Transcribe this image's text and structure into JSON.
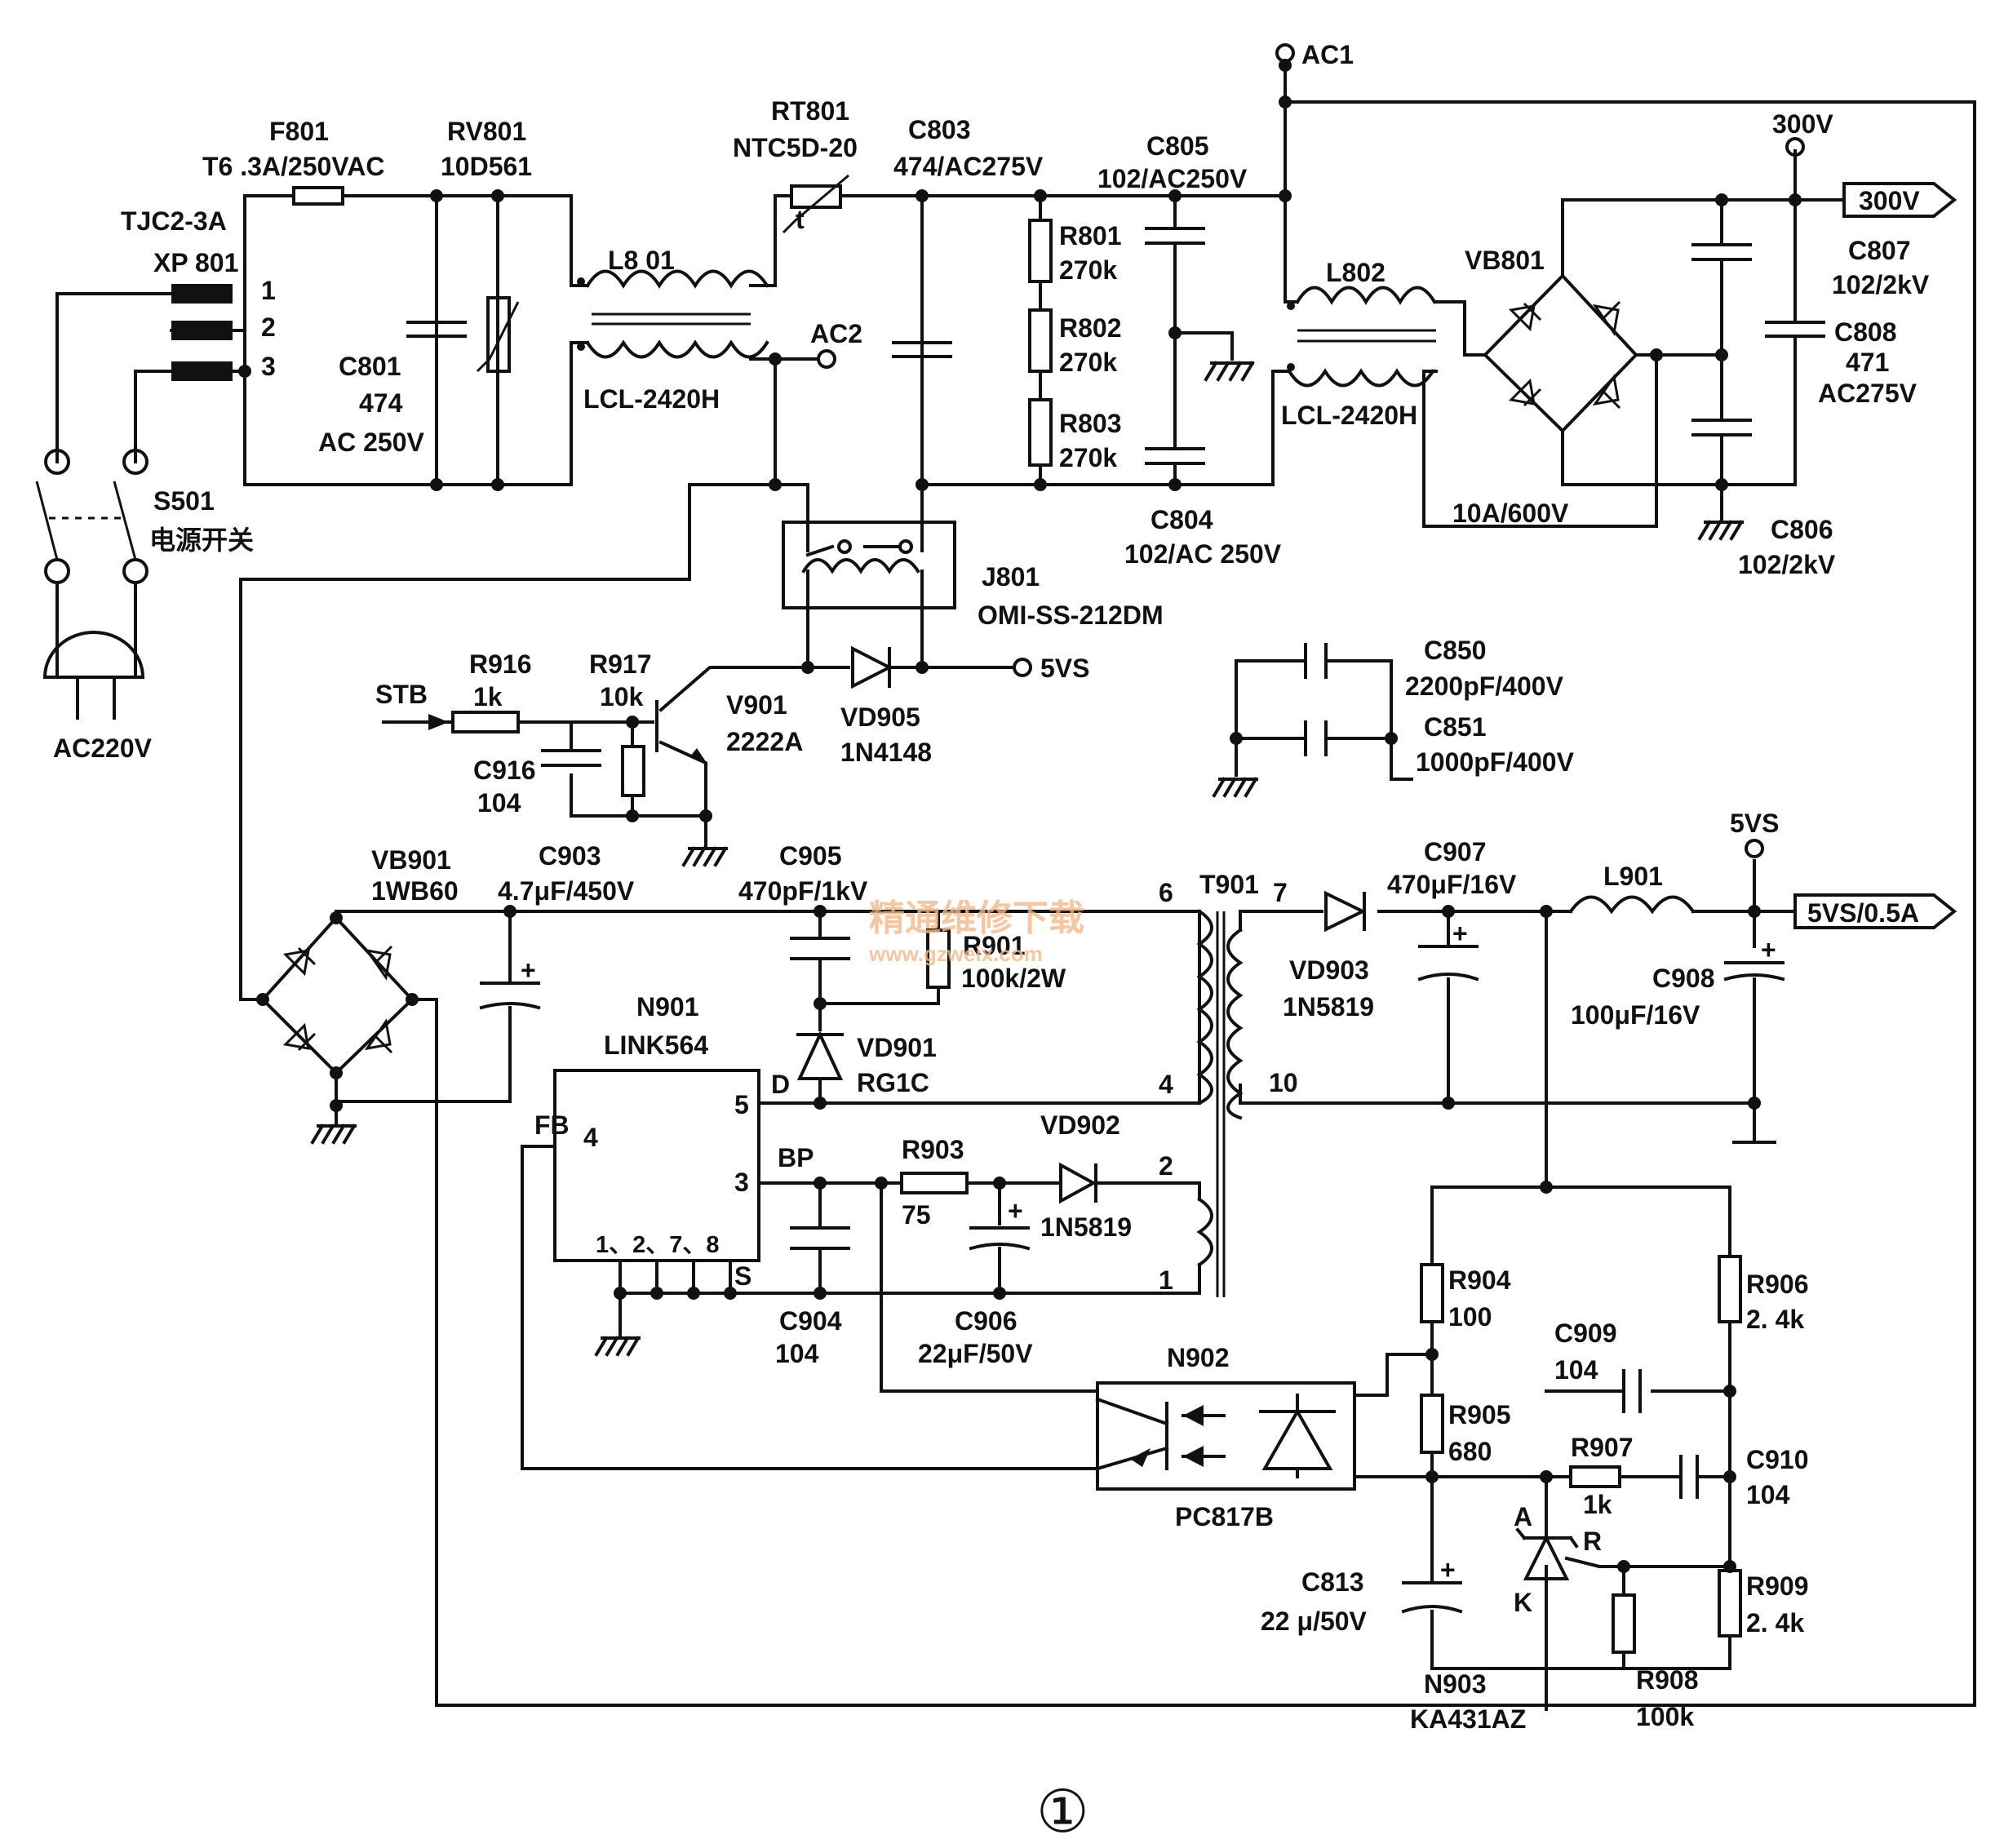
{
  "labels": {
    "tjc": "TJC2-3A",
    "xp801": "XP 801",
    "pin1": "1",
    "pin2": "2",
    "pin3": "3",
    "s501": "S501",
    "power_switch": "电源开关",
    "ac220": "AC220V",
    "f801": "F801",
    "f801_val": "T6 .3A/250VAC",
    "rv801": "RV801",
    "rv801_val": "10D561",
    "c801": "C801",
    "c801_val": "474",
    "c801_volt": "AC 250V",
    "l801": "L8 01",
    "lcl1": "LCL-2420H",
    "rt801": "RT801",
    "rt801_val": "NTC5D-20",
    "rt_t": "t",
    "ac2": "AC2",
    "c803": "C803",
    "c803_val": "474/AC275V",
    "r801": "R801",
    "r801_val": "270k",
    "r802": "R802",
    "r802_val": "270k",
    "r803": "R803",
    "r803_val": "270k",
    "ac1": "AC1",
    "c805": "C805",
    "c805_val": "102/AC250V",
    "c804": "C804",
    "c804_val": "102/AC 250V",
    "l802": "L802",
    "lcl2": "LCL-2420H",
    "vb801": "VB801",
    "vb801_val": "10A/600V",
    "v300_top": "300V",
    "v300_out": "300V",
    "c807": "C807",
    "c807_val": "102/2kV",
    "c808": "C808",
    "c808_val1": "471",
    "c808_val2": "AC275V",
    "c806": "C806",
    "c806_val": "102/2kV",
    "j801": "J801",
    "j801_val": "OMI-SS-212DM",
    "v5vs_top": "5VS",
    "vd905": "VD905",
    "vd905_val": "1N4148",
    "stb": "STB",
    "r916": "R916",
    "r916_val": "1k",
    "r917": "R917",
    "r917_val": "10k",
    "v901": "V901",
    "v901_val": "2222A",
    "c916": "C916",
    "c916_val": "104",
    "c850": "C850",
    "c850_val": "2200pF/400V",
    "c851": "C851",
    "c851_val": "1000pF/400V",
    "vb901": "VB901",
    "vb901_val": "1WB60",
    "c903": "C903",
    "c903_val": "4.7μF/450V",
    "c905": "C905",
    "c905_val": "470pF/1kV",
    "r901": "R901",
    "r901_val": "100k/2W",
    "vd901": "VD901",
    "vd901_val": "RG1C",
    "t901": "T901",
    "t_pin6": "6",
    "t_pin4": "4",
    "t_pin2": "2",
    "t_pin1": "1",
    "t_pin7": "7",
    "t_pin10": "10",
    "n901": "N901",
    "n901_val": "LINK564",
    "pin_d": "D",
    "pin_5": "5",
    "pin_fb": "FB",
    "pin_4": "4",
    "pin_bp": "BP",
    "pin_3": "3",
    "pin_gnd": "1、2、7、8",
    "pin_s": "S",
    "r903": "R903",
    "r903_val": "75",
    "vd902": "VD902",
    "vd902_val": "1N5819",
    "c904": "C904",
    "c904_val": "104",
    "c906": "C906",
    "c906_val": "22μF/50V",
    "vd903": "VD903",
    "vd903_val": "1N5819",
    "c907": "C907",
    "c907_val": "470μF/16V",
    "l901": "L901",
    "v5vs_node": "5VS",
    "v5vs_out": "5VS/0.5A",
    "c908": "C908",
    "c908_val": "100μF/16V",
    "n902": "N902",
    "n902_val": "PC817B",
    "r904": "R904",
    "r904_val": "100",
    "r905": "R905",
    "r905_val": "680",
    "r906": "R906",
    "r906_val": "2. 4k",
    "c909": "C909",
    "c909_val": "104",
    "r907": "R907",
    "r907_val": "1k",
    "c910": "C910",
    "c910_val": "104",
    "c813": "C813",
    "c813_val": "22 μ/50V",
    "a_lbl": "A",
    "r_lbl": "R",
    "k_lbl": "K",
    "r909": "R909",
    "r909_val": "2. 4k",
    "r908": "R908",
    "r908_val": "100k",
    "n903": "N903",
    "n903_val": "KA431AZ",
    "plus": "+"
  },
  "watermark": {
    "cn": "精通维修下载",
    "url": "www.gzweix.com"
  },
  "figure_number": "①"
}
